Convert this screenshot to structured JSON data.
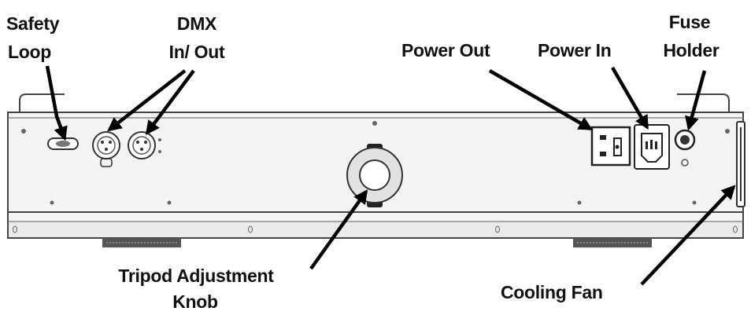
{
  "labels": {
    "safety_loop_line1": "Safety",
    "safety_loop_line2": "Loop",
    "dmx_line1": "DMX",
    "dmx_line2": "In/ Out",
    "power_out": "Power Out",
    "power_in": "Power In",
    "fuse_line1": "Fuse",
    "fuse_line2": "Holder",
    "tripod_line1": "Tripod Adjustment",
    "tripod_line2": "Knob",
    "cooling_fan": "Cooling Fan"
  },
  "colors": {
    "text": "#111111",
    "arrow": "#000000",
    "panel_stroke": "#444444",
    "panel_fill": "#f4f4f4"
  }
}
